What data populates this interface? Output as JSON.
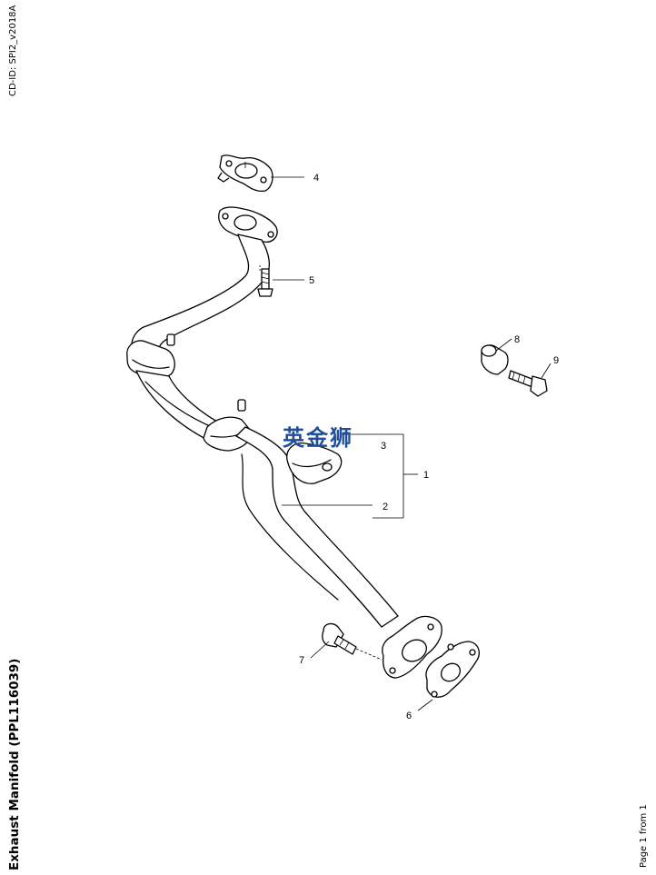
{
  "header": {
    "cd_id": "CD-ID: SPI2_v2018A"
  },
  "title": "Exhaust Manifold (PPL116039)",
  "footer": {
    "page": "Page 1 from 1"
  },
  "watermark": {
    "text": "英金狮",
    "color": "#1f4f9c"
  },
  "callouts": {
    "c1": "1",
    "c2": "2",
    "c3": "3",
    "c4": "4",
    "c5": "5",
    "c6": "6",
    "c7": "7",
    "c8": "8",
    "c9": "9"
  }
}
